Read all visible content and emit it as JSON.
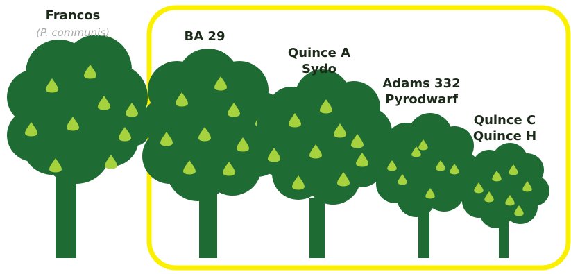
{
  "colors": {
    "canopy": "#1f6b34",
    "trunk": "#1f6b34",
    "pear": "#a6d23e",
    "frame": "#fbf001",
    "label": "#1c2a1a",
    "sublabel": "#a9a9a9",
    "background": "#ffffff"
  },
  "trees": [
    {
      "name": "Francos",
      "subtitle": "(P. communis)"
    },
    {
      "name": "BA 29"
    },
    {
      "name": "Quince A",
      "name2": "Sydo"
    },
    {
      "name": "Adams 332",
      "name2": "Pyrodwarf"
    },
    {
      "name": "Quince C",
      "name2": "Quince H"
    }
  ]
}
